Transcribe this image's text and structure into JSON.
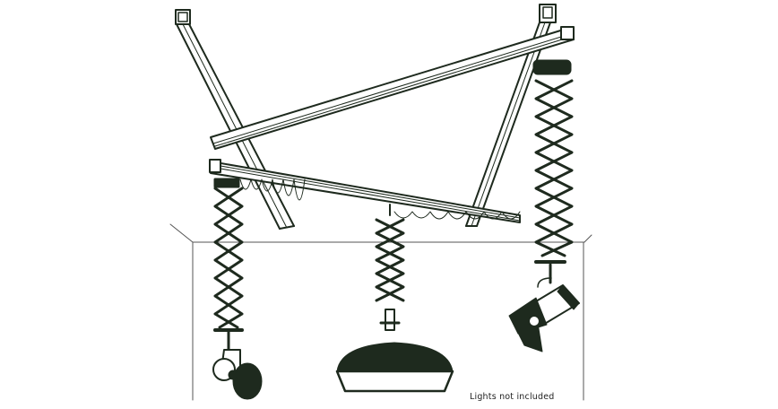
{
  "illustration": {
    "subject": "ceiling rail system with pantograph scissor lifts",
    "caption": "Lights not included",
    "colors": {
      "ink": "#1e2a1e",
      "background": "#ffffff",
      "room_line": "#555555"
    },
    "components": {
      "rails": [
        "diagonal-rail-left",
        "upper-crossbar",
        "lower-crossbar",
        "diagonal-rail-right"
      ],
      "pantographs": [
        "pantograph-left",
        "pantograph-center",
        "pantograph-right"
      ],
      "lights": [
        "spotlight-round-left",
        "dish-reflector-center",
        "barndoor-fresnel-right"
      ]
    }
  }
}
